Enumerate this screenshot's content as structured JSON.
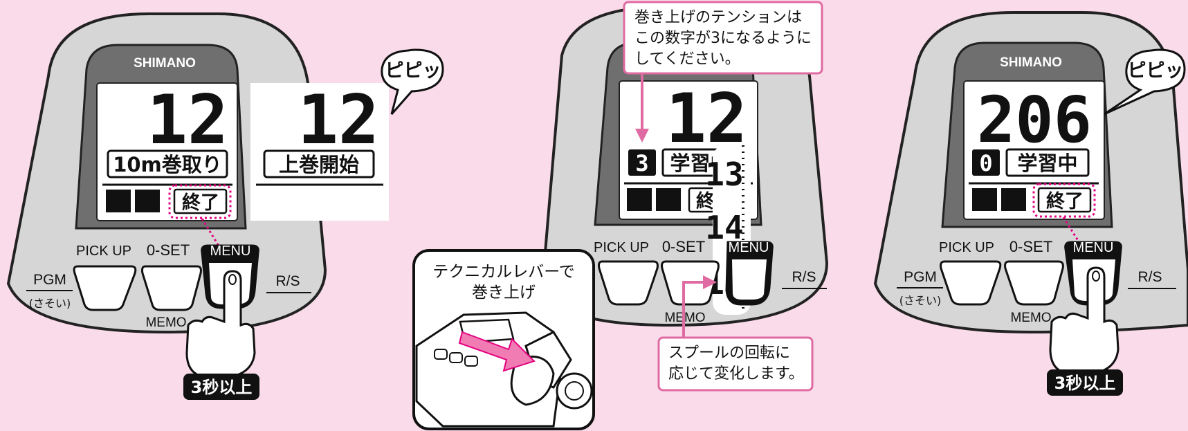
{
  "brand": "SHIMANO",
  "colors": {
    "background": "#f9dbe9",
    "body_gray": "#d6d6d6",
    "face_dark": "#6f6f6f",
    "accent_pink": "#e4007f",
    "callout_border": "#e06aa2"
  },
  "panel1": {
    "display_number": "12",
    "mode_text": "10m巻取り",
    "end_text": "終了",
    "buttons": {
      "pickup": "PICK UP",
      "zero_set": "0-SET",
      "menu": "MENU",
      "memo": "MEMO",
      "pgm": "PGM",
      "pgm_sub": "(さそい)",
      "rs": "R/S"
    },
    "hold_label": "3秒以上"
  },
  "panel1_popup": {
    "display_number": "12",
    "status_text": "上巻開始",
    "beep": "ピピッ"
  },
  "panel2": {
    "display_number": "12",
    "tension_value": "3",
    "status_text": "学習中",
    "end_text": "終了",
    "counter_values": [
      "13",
      "14",
      "15"
    ],
    "buttons": {
      "pickup": "PICK UP",
      "zero_set": "0-SET",
      "menu": "MENU",
      "memo": "MEMO",
      "rs": "R/S"
    },
    "callout_top_lines": [
      "巻き上げのテンションは",
      "この数字が3になるように",
      "してください。"
    ],
    "callout_bottom_lines": [
      "スプールの回転に",
      "応じて変化します。"
    ],
    "lever_title_lines": [
      "テクニカルレバーで",
      "巻き上げ"
    ]
  },
  "panel3": {
    "display_number": "206",
    "tension_value": "0",
    "status_text": "学習中",
    "end_text": "終了",
    "beep": "ピピッ",
    "buttons": {
      "pickup": "PICK UP",
      "zero_set": "0-SET",
      "menu": "MENU",
      "memo": "MEMO",
      "pgm": "PGM",
      "pgm_sub": "(さそい)",
      "rs": "R/S"
    },
    "hold_label": "3秒以上"
  }
}
